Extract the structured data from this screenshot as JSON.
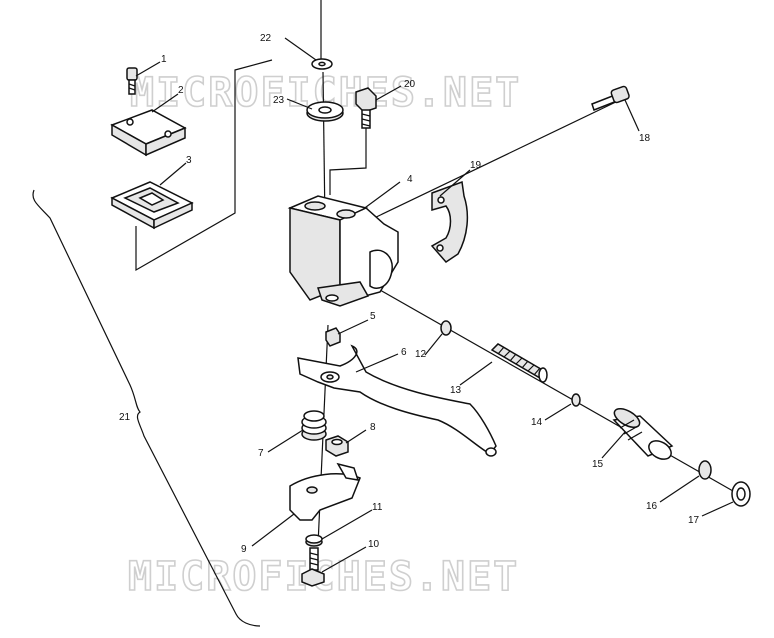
{
  "watermarks": [
    "MICROFICHES.NET",
    "MICROFICHES.NET"
  ],
  "callouts": [
    {
      "n": "1"
    },
    {
      "n": "2"
    },
    {
      "n": "3"
    },
    {
      "n": "4"
    },
    {
      "n": "5"
    },
    {
      "n": "6"
    },
    {
      "n": "7"
    },
    {
      "n": "8"
    },
    {
      "n": "9"
    },
    {
      "n": "10"
    },
    {
      "n": "11"
    },
    {
      "n": "12"
    },
    {
      "n": "13"
    },
    {
      "n": "14"
    },
    {
      "n": "15"
    },
    {
      "n": "16"
    },
    {
      "n": "17"
    },
    {
      "n": "18"
    },
    {
      "n": "19"
    },
    {
      "n": "20"
    },
    {
      "n": "21"
    },
    {
      "n": "22"
    },
    {
      "n": "23"
    }
  ]
}
